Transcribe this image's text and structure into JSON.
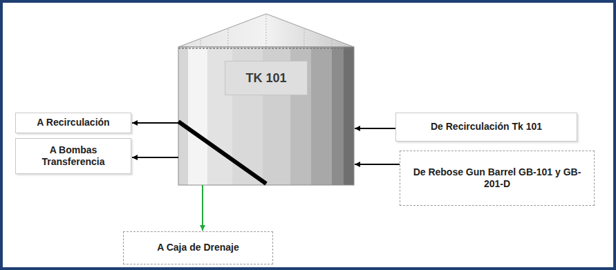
{
  "diagram": {
    "nodes": [
      {
        "text": [
          "A Recirculación"
        ]
      },
      {
        "text": [
          "A Bombas Transferencia"
        ]
      },
      {
        "text": [
          "TK 101"
        ]
      },
      {
        "text": [
          "De Recirculación Tk 101"
        ]
      },
      {
        "text": [
          "De Rebose Gun Barrel GB-101 y GB-201-D"
        ]
      },
      {
        "text": [
          "A Caja de Drenaje"
        ]
      }
    ],
    "edges": [
      {
        "from": 2,
        "to": 0,
        "arrow": "to"
      },
      {
        "from": 2,
        "to": 1,
        "arrow": "to"
      },
      {
        "from": 3,
        "to": 2,
        "arrow": "to"
      },
      {
        "from": 4,
        "to": 2,
        "arrow": "to"
      },
      {
        "from": 2,
        "to": 5,
        "arrow": "to"
      }
    ]
  }
}
